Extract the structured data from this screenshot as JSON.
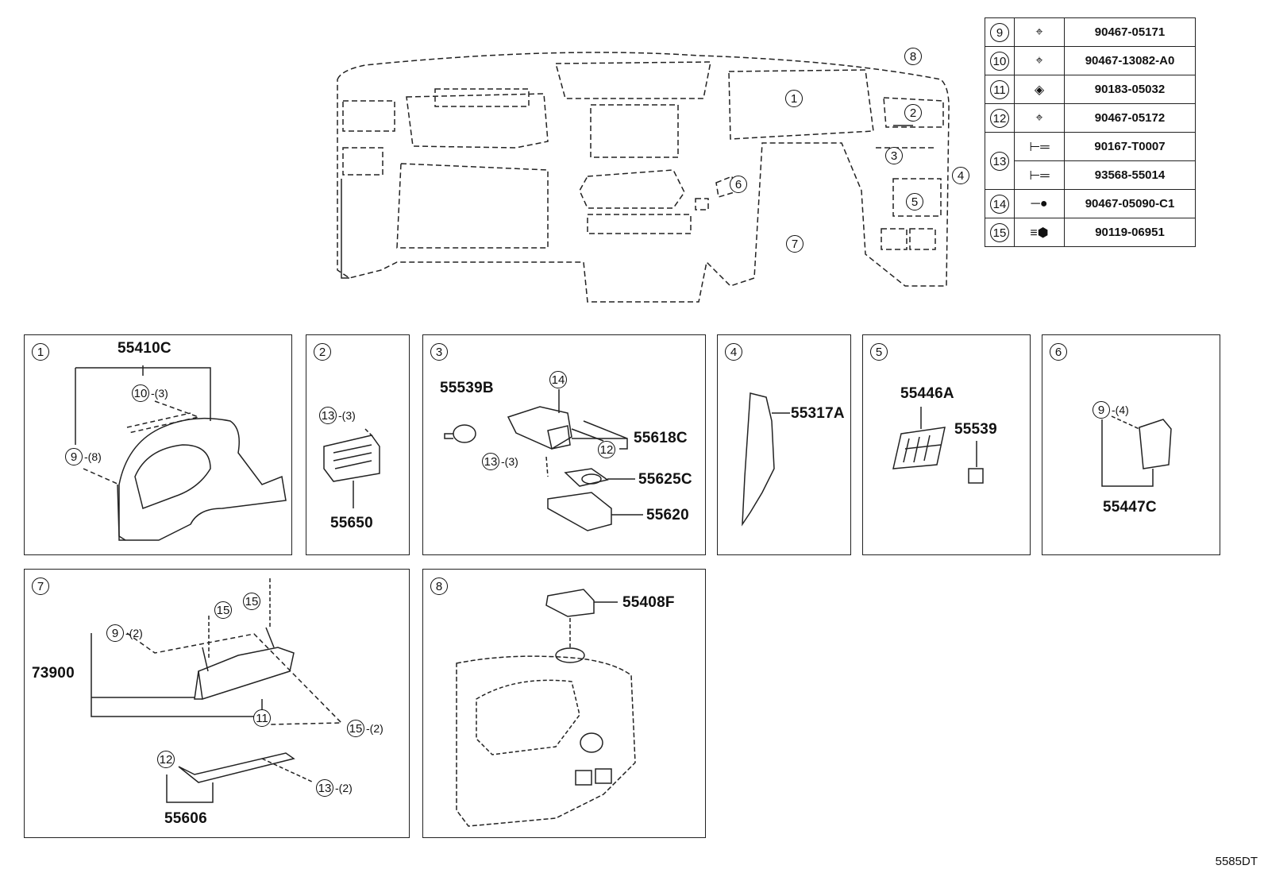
{
  "overview": {
    "callouts": [
      "1",
      "2",
      "3",
      "4",
      "5",
      "6",
      "7",
      "8"
    ]
  },
  "fastener_table": [
    {
      "ref": "9",
      "icon": "clip-icon",
      "part": "90467-05171"
    },
    {
      "ref": "10",
      "icon": "clip-icon",
      "part": "90467-13082-A0"
    },
    {
      "ref": "11",
      "icon": "nut-icon",
      "part": "90183-05032"
    },
    {
      "ref": "12",
      "icon": "clip-icon",
      "part": "90467-05172"
    },
    {
      "ref": "13",
      "icon": "screw-icon",
      "part": "90167-T0007"
    },
    {
      "ref": "13",
      "icon": "screw-icon",
      "part": "93568-55014"
    },
    {
      "ref": "14",
      "icon": "push-rivet-icon",
      "part": "90467-05090-C1"
    },
    {
      "ref": "15",
      "icon": "bolt-icon",
      "part": "90119-06951"
    }
  ],
  "panels": {
    "p1": {
      "num": "1",
      "part": "55410C",
      "f1": "10",
      "q1": "-(3)",
      "f2": "9",
      "q2": "-(8)"
    },
    "p2": {
      "num": "2",
      "part": "55650",
      "f1": "13",
      "q1": "-(3)"
    },
    "p3": {
      "num": "3",
      "a": "55539B",
      "b": "55618C",
      "c": "55625C",
      "d": "55620",
      "f14": "14",
      "f12": "12",
      "f13": "13",
      "q13": "-(3)"
    },
    "p4": {
      "num": "4",
      "part": "55317A"
    },
    "p5": {
      "num": "5",
      "a": "55446A",
      "b": "55539"
    },
    "p6": {
      "num": "6",
      "part": "55447C",
      "f1": "9",
      "q1": "-(4)"
    },
    "p7": {
      "num": "7",
      "a": "73900",
      "b": "55606",
      "f15a": "15",
      "f15b": "15",
      "f9": "9",
      "q9": "-(2)",
      "f11": "11",
      "f15c": "15",
      "q15c": "-(2)",
      "f12": "12",
      "f13": "13",
      "q13": "-(2)"
    },
    "p8": {
      "num": "8",
      "part": "55408F"
    }
  },
  "diagram_code": "5585DT"
}
